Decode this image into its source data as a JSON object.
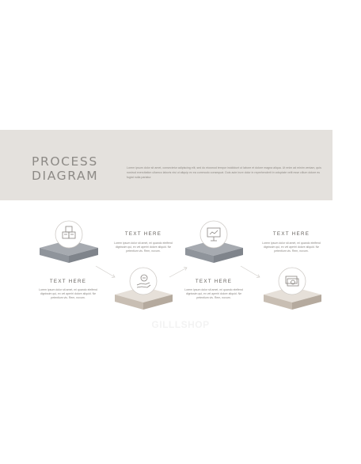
{
  "header": {
    "title": "PROCESS\nDIAGRAM",
    "body": "Lorem ipsum dolor sit amet, consectetur adipiscing elit, sed do eiusmod tempor incididunt ut labore et dolore magna aliqua. Ut enim ad minim veniam, quis nostrud exercitation ullamco laboris nisi ut aliquip ex ea commodo consequat. Duis aute irure dolor in reprehenderit in voluptate velit esse cillum dolore eu fugiat nulla pariatur."
  },
  "steps": [
    {
      "title": "TEXT HERE",
      "body": "Lorem ipsum dolor sit amet, mi quando eleifend dignissim qui, ex vel aperiri dolore aliquid. Ne petentium vis. Rem, novum.",
      "icon": "boxes-icon"
    },
    {
      "title": "TEXT HERE",
      "body": "Lorem ipsum dolor sit amet, mi quando eleifend dignissim qui, ex vel aperiri dolore aliquid. Ne petentium vis. Rem, novum.",
      "icon": "hand-coin-icon"
    },
    {
      "title": "TEXT HERE",
      "body": "Lorem ipsum dolor sit amet, mi quando eleifend dignissim qui, ex vel aperiri dolore aliquid. Ne petentium vis. Rem, novum.",
      "icon": "presentation-board-icon"
    },
    {
      "title": "TEXT HERE",
      "body": "Lorem ipsum dolor sit amet, mi quando eleifend dignissim qui, ex vel aperiri dolore aliquid. Ne petentium vis. Rem, novum.",
      "icon": "money-stack-icon"
    }
  ],
  "watermark": "GILLLSHOP",
  "colors": {
    "banner": "#e4e1dd",
    "platform_gray_top": "#a6aab0",
    "platform_gray_side": "#8b9097",
    "platform_beige_top": "#e6e0d9",
    "platform_beige_side": "#bcb1a5",
    "icon_stroke": "#8a8682"
  }
}
